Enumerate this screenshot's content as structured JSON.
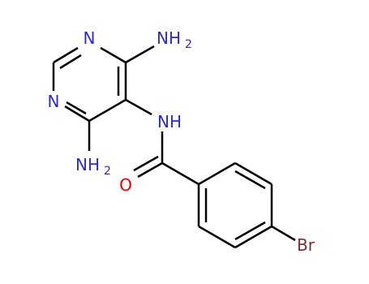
{
  "molecule": {
    "atoms": {
      "ring_n_top": {
        "symbol": "N",
        "color": "#2b2bd0"
      },
      "ring_n_left": {
        "symbol": "N",
        "color": "#2b2bd0"
      },
      "amine_top": {
        "element": "N",
        "h": "H",
        "count": "2",
        "color": "#2b2bd0"
      },
      "amine_bottom": {
        "element": "N",
        "h": "H",
        "count": "2",
        "color": "#2b2bd0"
      },
      "amide_n": {
        "label": "NH",
        "color": "#2b2bd0"
      },
      "carbonyl_o": {
        "symbol": "O",
        "color": "#e00000"
      },
      "bromine": {
        "symbol": "Br",
        "color": "#7a3030"
      }
    },
    "bond_color": "#000000"
  }
}
